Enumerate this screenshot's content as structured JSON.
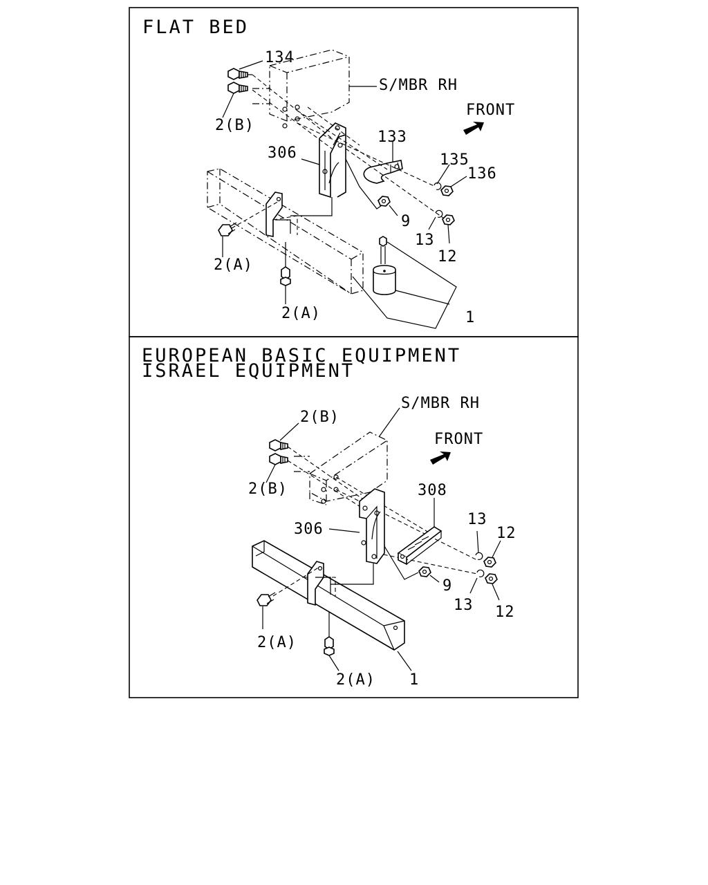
{
  "panels": [
    {
      "title_lines": [
        "FLAT BED"
      ],
      "labels": {
        "l134": "134",
        "smbr": "S/MBR RH",
        "front": "FRONT",
        "l2b": "2(B)",
        "l133": "133",
        "l306": "306",
        "l135": "135",
        "l136": "136",
        "l9": "9",
        "l13": "13",
        "l12": "12",
        "l2a_left": "2(A)",
        "l2a_bottom": "2(A)",
        "l1": "1"
      }
    },
    {
      "title_lines": [
        "EUROPEAN BASIC EQUIPMENT",
        "ISRAEL EQUIPMENT"
      ],
      "labels": {
        "smbr": "S/MBR RH",
        "front": "FRONT",
        "l2b_top": "2(B)",
        "l2b_bottom": "2(B)",
        "l308": "308",
        "l306": "306",
        "l13_top": "13",
        "l12_top": "12",
        "l9": "9",
        "l13_bottom": "13",
        "l12_bottom": "12",
        "l2a_left": "2(A)",
        "l2a_bottom": "2(A)",
        "l1": "1"
      }
    }
  ]
}
